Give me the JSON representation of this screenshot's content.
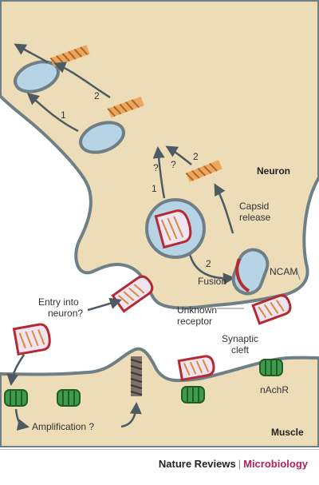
{
  "colors": {
    "neuron_fill": "#ecdcb8",
    "neuron_outline": "#6f7f86",
    "muscle_fill": "#ecdcb8",
    "vesicle_fill": "#b7d3e6",
    "capsid_red": "#b52a32",
    "capsid_orange": "#d98a3a",
    "receptor_green": "#3f9a4a",
    "arrow": "#4d5a61",
    "journal_subject": "#b0205a"
  },
  "labels": {
    "neuron": "Neuron",
    "muscle": "Muscle",
    "capsid_release_line1": "Capsid",
    "capsid_release_line2": "release",
    "ncam": "NCAM",
    "fusion": "Fusion",
    "entry_line1": "Entry into",
    "entry_line2": "neuron?",
    "unknown_receptor_line1": "Unknown",
    "unknown_receptor_line2": "receptor",
    "synaptic_cleft_line1": "Synaptic",
    "synaptic_cleft_line2": "cleft",
    "nachr": "nAchR",
    "amplification": "Amplification ?"
  },
  "pathway_markers": {
    "axon_route_1": "1",
    "axon_route_2": "2",
    "soma_route_1": "1",
    "soma_route_2": "2",
    "fusion_route": "2",
    "unknown_a": "?",
    "unknown_b": "?"
  },
  "footer": {
    "journal": "Nature Reviews",
    "separator": "|",
    "subject": "Microbiology"
  }
}
